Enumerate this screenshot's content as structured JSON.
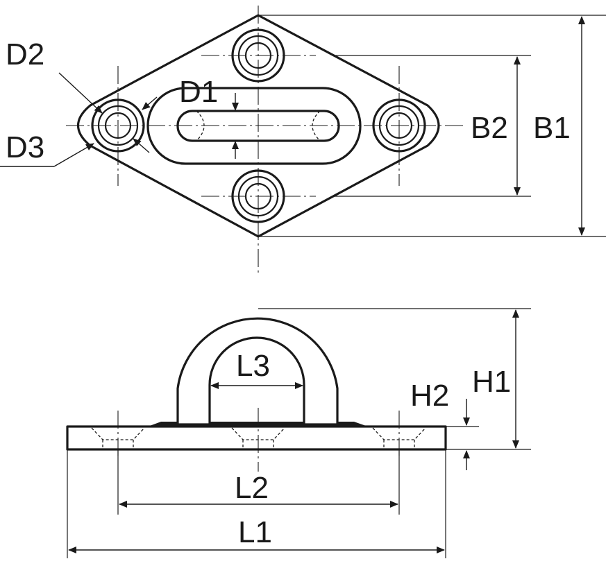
{
  "labels": {
    "d1": "D1",
    "d2": "D2",
    "d3": "D3",
    "b1": "B1",
    "b2": "B2",
    "h1": "H1",
    "h2": "H2",
    "l1": "L1",
    "l2": "L2",
    "l3": "L3"
  },
  "colors": {
    "ink": "#1a1a1a",
    "background": "#ffffff"
  }
}
